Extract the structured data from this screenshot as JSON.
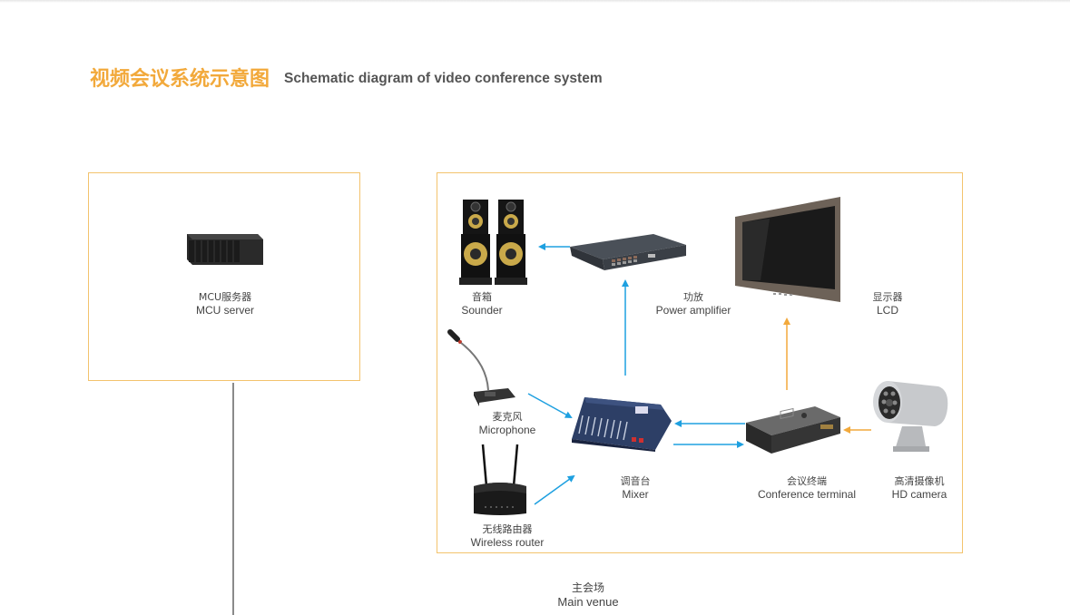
{
  "header": {
    "title_cn": "视频会议系统示意图",
    "title_en": "Schematic diagram of video conference system"
  },
  "colors": {
    "accent_orange": "#f2a93b",
    "border_orange": "#f3c36d",
    "signal_blue": "#1ea0e0",
    "video_orange": "#f2a93b",
    "connector_gray": "#8a8a8a"
  },
  "mcu_box": {
    "device": {
      "icon": "mcu-server-icon",
      "label_cn": "MCU服务器",
      "label_en": "MCU server"
    }
  },
  "main_venue": {
    "label_cn": "主会场",
    "label_en": "Main venue",
    "devices": {
      "sounder": {
        "icon": "speaker-icon",
        "label_cn": "音箱",
        "label_en": "Sounder"
      },
      "amplifier": {
        "icon": "power-amplifier-icon",
        "label_cn": "功放",
        "label_en": "Power amplifier"
      },
      "lcd": {
        "icon": "lcd-monitor-icon",
        "label_cn": "显示器",
        "label_en": "LCD"
      },
      "microphone": {
        "icon": "microphone-icon",
        "label_cn": "麦克风",
        "label_en": "Microphone"
      },
      "router": {
        "icon": "wireless-router-icon",
        "label_cn": "无线路由器",
        "label_en": "Wireless router"
      },
      "mixer": {
        "icon": "mixer-icon",
        "label_cn": "调音台",
        "label_en": "Mixer"
      },
      "terminal": {
        "icon": "conference-terminal-icon",
        "label_cn": "会议终端",
        "label_en": "Conference terminal"
      },
      "camera": {
        "icon": "hd-camera-icon",
        "label_cn": "高清摄像机",
        "label_en": "HD camera"
      }
    },
    "connections": [
      {
        "from": "amplifier",
        "to": "sounder",
        "color": "blue"
      },
      {
        "from": "mixer",
        "to": "amplifier",
        "color": "blue"
      },
      {
        "from": "microphone",
        "to": "mixer",
        "color": "blue"
      },
      {
        "from": "router",
        "to": "mixer",
        "color": "blue"
      },
      {
        "from": "terminal",
        "to": "mixer",
        "color": "blue"
      },
      {
        "from": "mixer",
        "to": "terminal",
        "color": "blue"
      },
      {
        "from": "terminal",
        "to": "lcd",
        "color": "orange"
      },
      {
        "from": "camera",
        "to": "terminal",
        "color": "orange"
      }
    ]
  }
}
